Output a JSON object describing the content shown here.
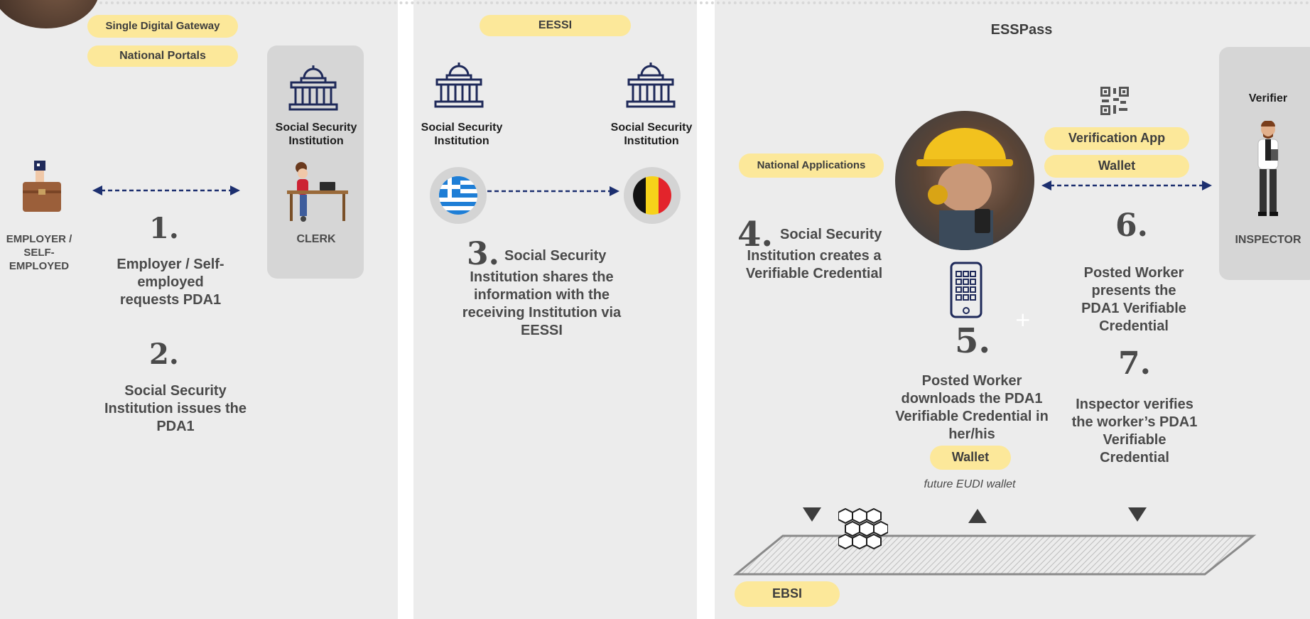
{
  "left": {
    "pills": {
      "sdg": "Single Digital Gateway",
      "portals": "National Portals"
    },
    "institution_label": "Social Security Institution",
    "clerk_label": "CLERK",
    "employer_label": "EMPLOYER / SELF-EMPLOYED",
    "step1": {
      "num": "1.",
      "text": "Employer / Self-employed requests PDA1"
    },
    "step2": {
      "num": "2.",
      "text": "Social Security Institution issues the PDA1"
    }
  },
  "middle": {
    "pill": "EESSI",
    "inst_a": "Social Security Institution",
    "inst_b": "Social Security Institution",
    "step3": {
      "num": "3.",
      "text_a": "Social Security",
      "text_b": "Institution shares the information with the receiving Institution via EESSI"
    }
  },
  "right": {
    "title": "ESSPass",
    "national_apps": "National Applications",
    "step4": {
      "num": "4.",
      "text_a": "Social Security",
      "text_b": "Institution creates a Verifiable Credential"
    },
    "verification_app": "Verification App",
    "wallet_top": "Wallet",
    "verifier": "Verifier",
    "inspector": "INSPECTOR",
    "step5": {
      "num": "5.",
      "text": "Posted Worker downloads the PDA1 Verifiable Credential in her/his"
    },
    "wallet_bottom": "Wallet",
    "future": "future EUDI wallet",
    "step6": {
      "num": "6.",
      "text": "Posted Worker presents the PDA1  Verifiable Credential"
    },
    "step7": {
      "num": "7.",
      "text": "Inspector verifies the worker’s PDA1 Verifiable Credential"
    },
    "ebsi": "EBSI"
  },
  "icons": [
    "institution-icon",
    "briefcase-icon",
    "clerk-icon",
    "greece-flag-icon",
    "belgium-flag-icon",
    "qr-code-icon",
    "smartphone-icon",
    "inspector-icon",
    "blockchain-cubes-icon",
    "worker-photo"
  ],
  "colors": {
    "pill": "#fce89a",
    "panel": "#ececec",
    "navy": "#1f2a5a",
    "arrow": "#1c2f6f"
  }
}
